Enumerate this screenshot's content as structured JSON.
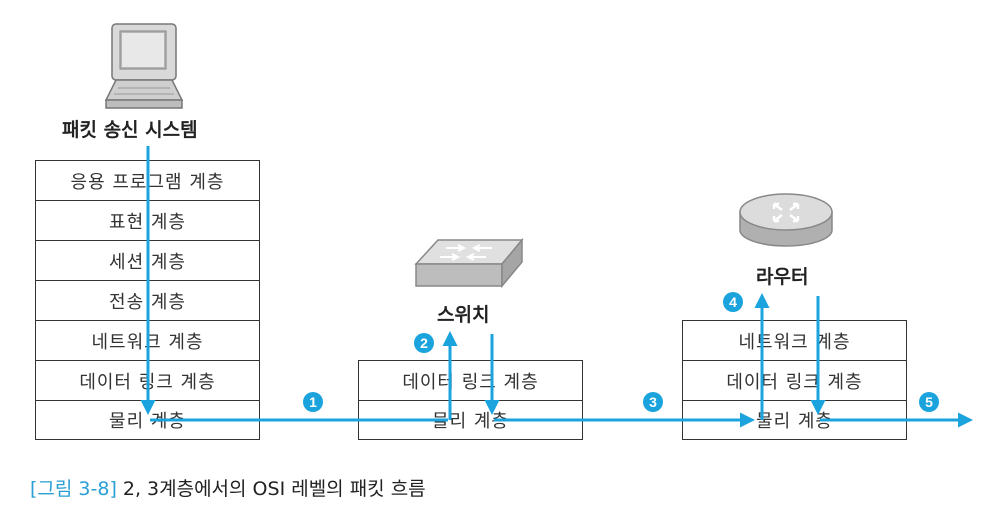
{
  "sender": {
    "label": "패킷 송신 시스템",
    "layers": [
      "응용 프로그램 계층",
      "표현 계층",
      "세션 계층",
      "전송 계층",
      "네트워크 계층",
      "데이터 링크 계층",
      "물리 계층"
    ]
  },
  "switch": {
    "label": "스위치",
    "layers": [
      "데이터 링크 계층",
      "물리 계층"
    ]
  },
  "router": {
    "label": "라우터",
    "layers": [
      "네트워크 계층",
      "데이터 링크 계층",
      "물리 계층"
    ]
  },
  "steps": [
    "1",
    "2",
    "3",
    "4",
    "5"
  ],
  "caption": {
    "figure": "[그림 3-8]",
    "text": "2, 3계층에서의 OSI 레벨의 패킷 흐름"
  },
  "colors": {
    "flow": "#1aa3dc",
    "border": "#333333",
    "text": "#333333",
    "caption_accent": "#2a9fd6"
  },
  "icons": [
    "computer-icon",
    "switch-icon",
    "router-icon"
  ]
}
